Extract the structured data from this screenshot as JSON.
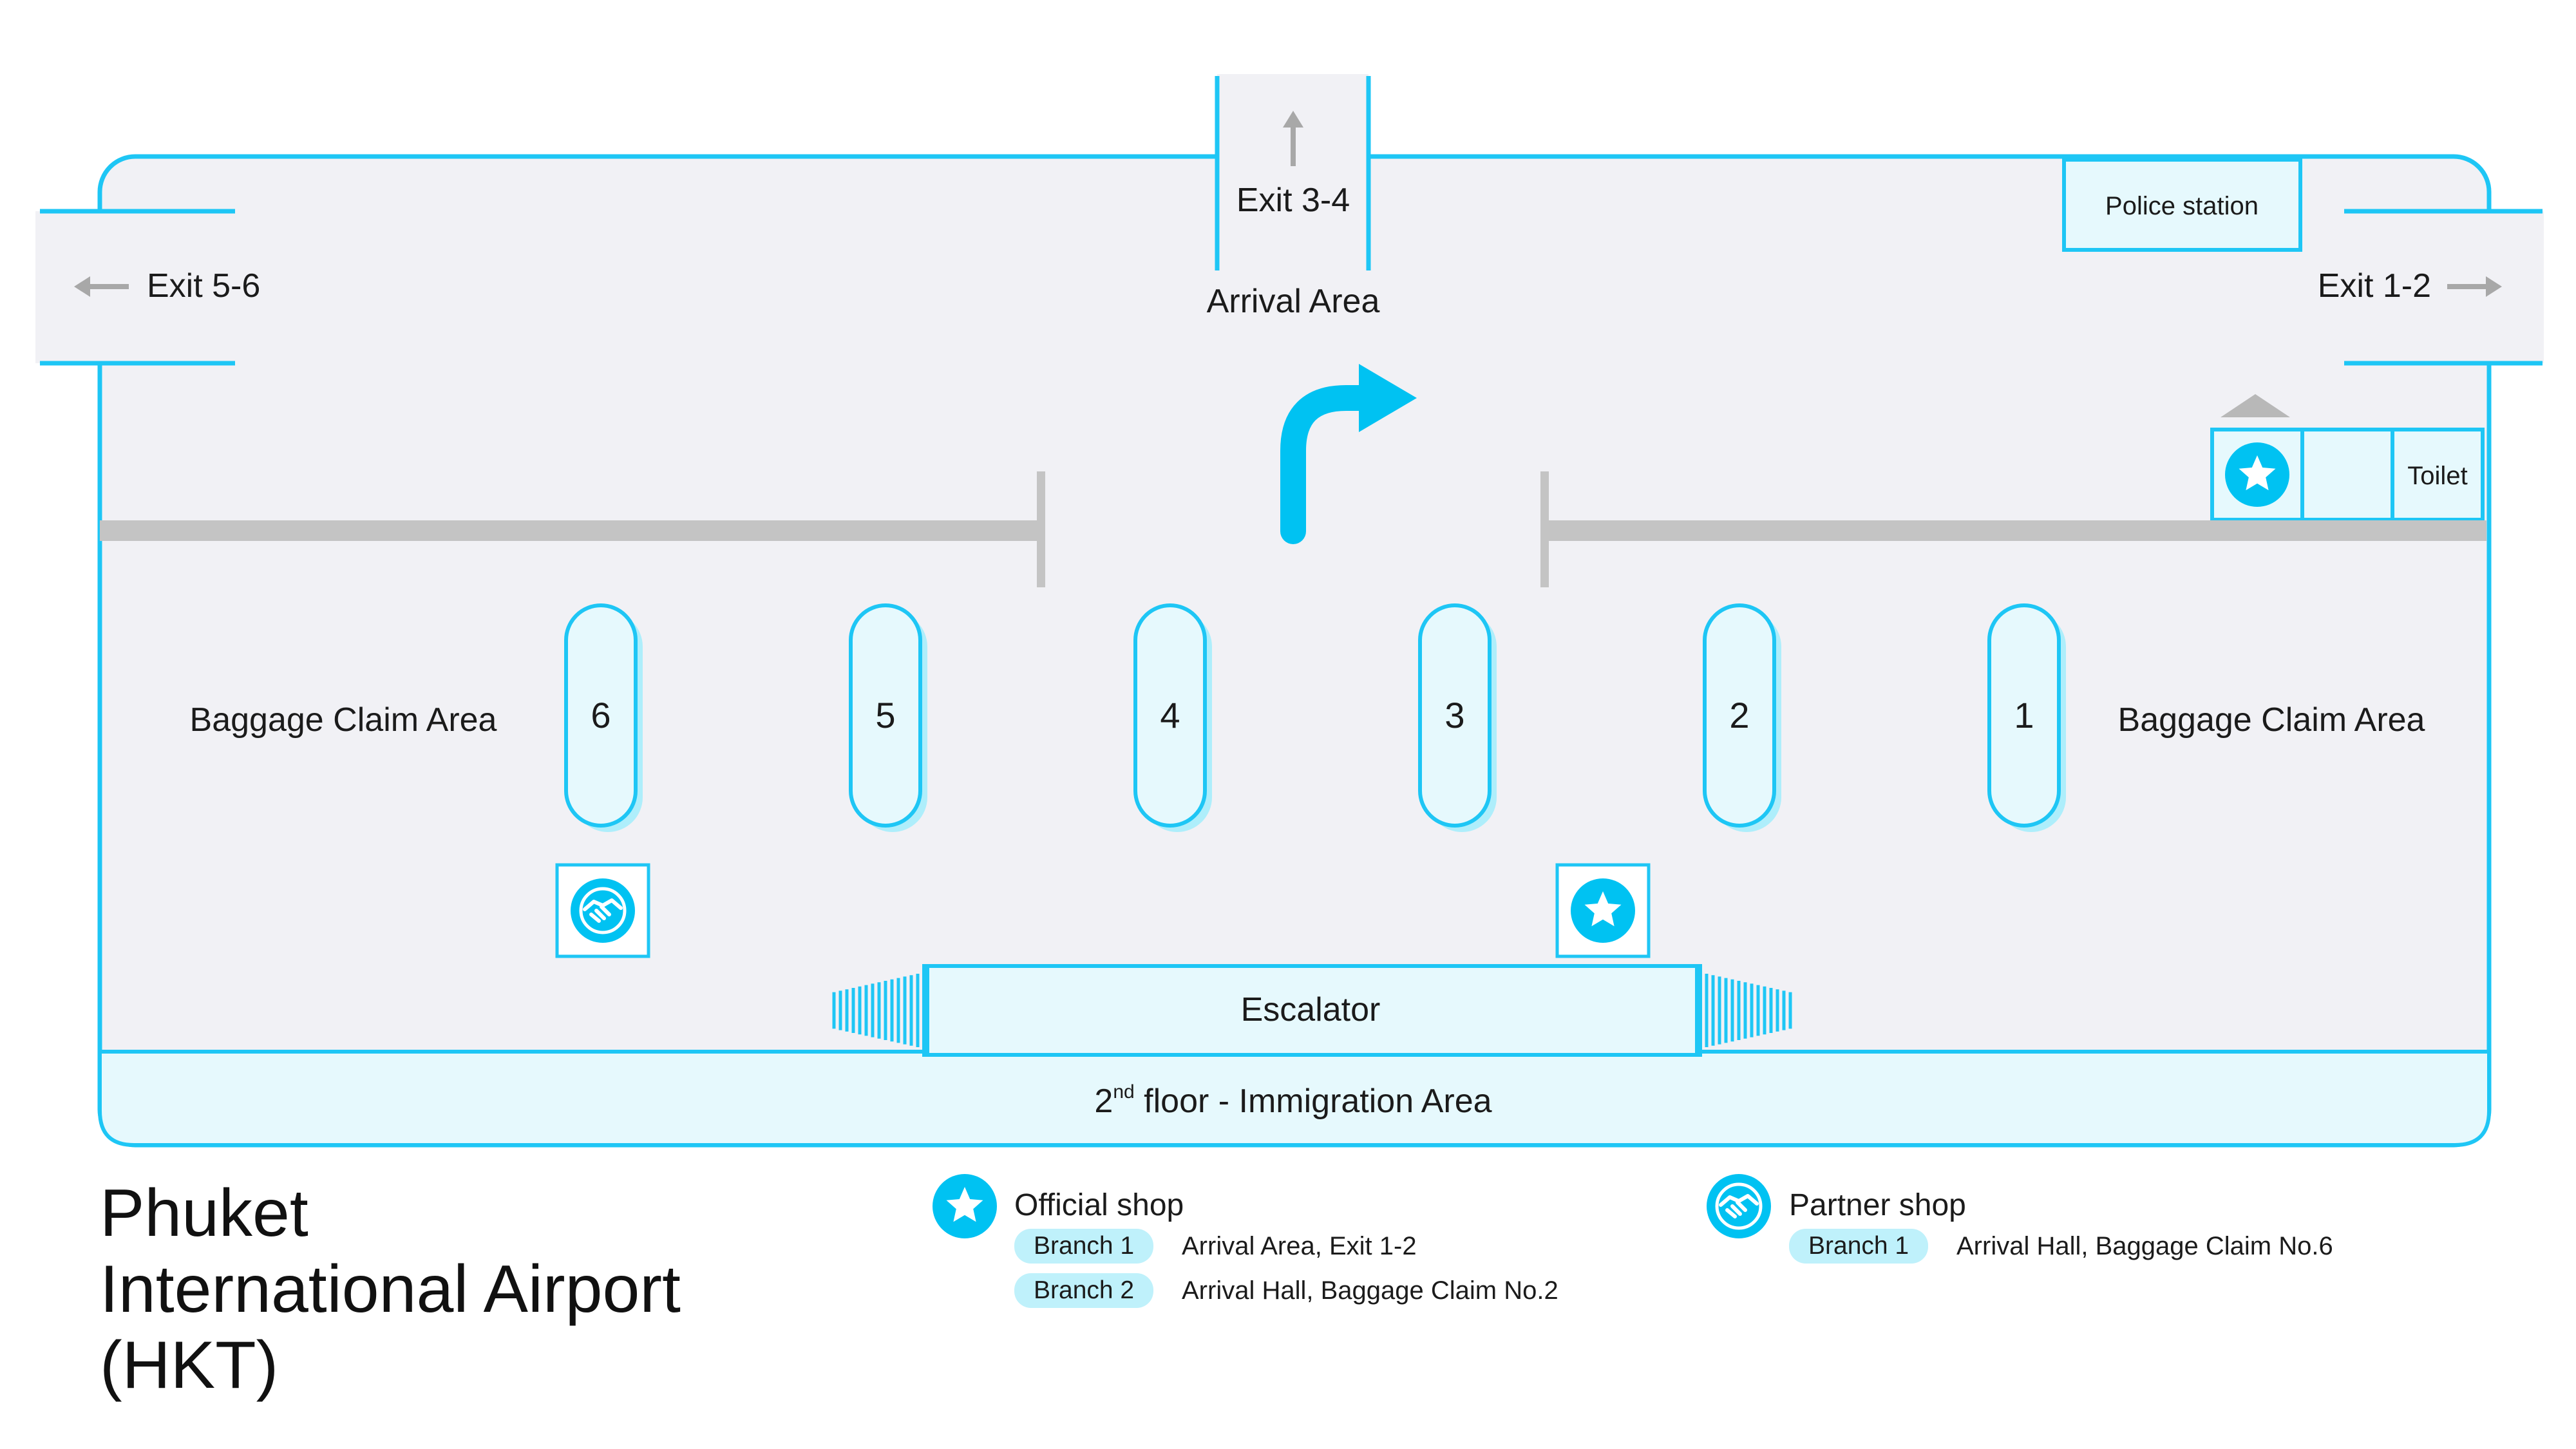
{
  "title": {
    "line1": "Phuket",
    "line2": "International Airport",
    "line3": "(HKT)"
  },
  "map": {
    "exits": {
      "left": "Exit 5-6",
      "top": "Exit 3-4",
      "right": "Exit 1-2"
    },
    "arrival_area": "Arrival Area",
    "police_station": "Police station",
    "toilet": "Toilet",
    "baggage_claim_left": "Baggage Claim Area",
    "baggage_claim_right": "Baggage Claim Area",
    "carousels": [
      "6",
      "5",
      "4",
      "3",
      "2",
      "1"
    ],
    "escalator": "Escalator",
    "immigration": {
      "prefix": "2",
      "superscript": "nd",
      "suffix": " floor - Immigration Area"
    }
  },
  "legend": {
    "official": {
      "label": "Official shop",
      "icon": "star-icon",
      "branches": [
        {
          "tag": "Branch 1",
          "location": "Arrival Area, Exit 1-2"
        },
        {
          "tag": "Branch 2",
          "location": "Arrival Hall, Baggage Claim No.2"
        }
      ]
    },
    "partner": {
      "label": "Partner shop",
      "icon": "handshake-icon",
      "branches": [
        {
          "tag": "Branch 1",
          "location": "Arrival Hall, Baggage Claim No.6"
        }
      ]
    }
  },
  "colors": {
    "accent": "#00c2f2",
    "outline": "#1ec6f5",
    "floor": "#f1f1f5",
    "light": "#e6f9fd",
    "wall": "#c4c4c4"
  }
}
